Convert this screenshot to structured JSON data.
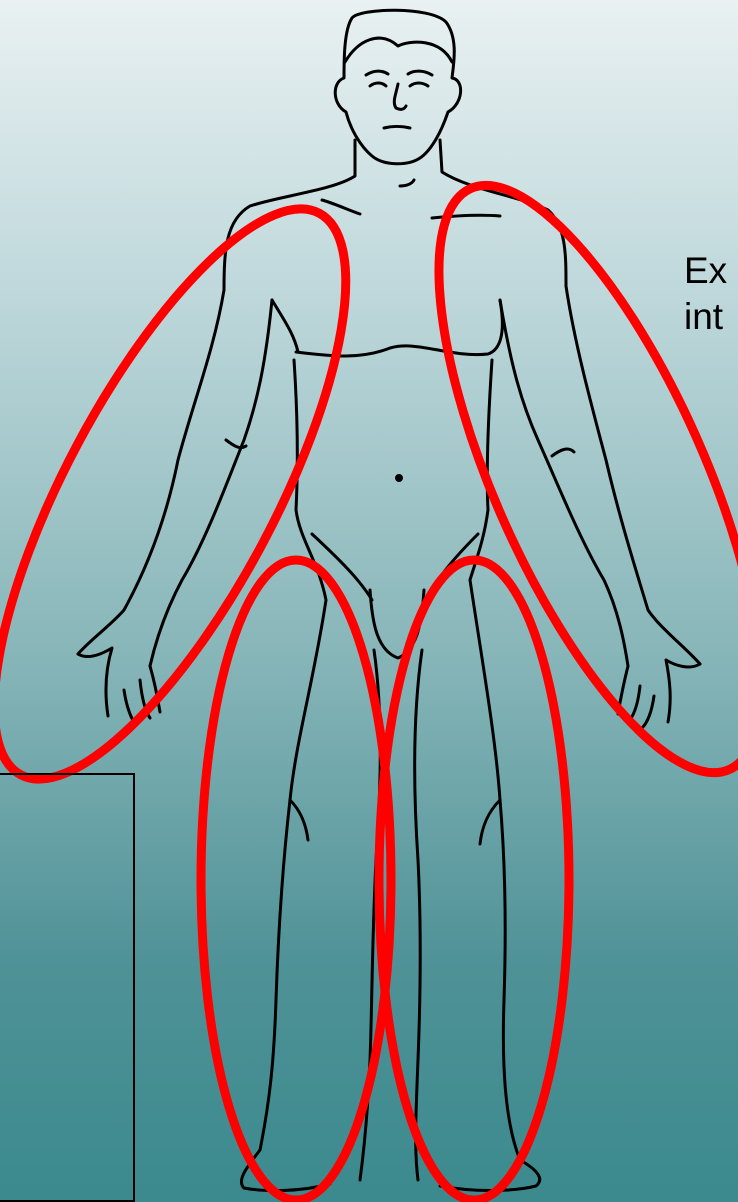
{
  "side_text": {
    "line1": "Ex",
    "line2": "int"
  },
  "colors": {
    "highlight": "#ff0000",
    "outline": "#000000",
    "background_top": "#e9f1f2",
    "background_bottom": "#3b8a8e"
  },
  "highlights": [
    "right-arm-highlight",
    "left-arm-highlight",
    "right-leg-highlight",
    "left-leg-highlight"
  ]
}
